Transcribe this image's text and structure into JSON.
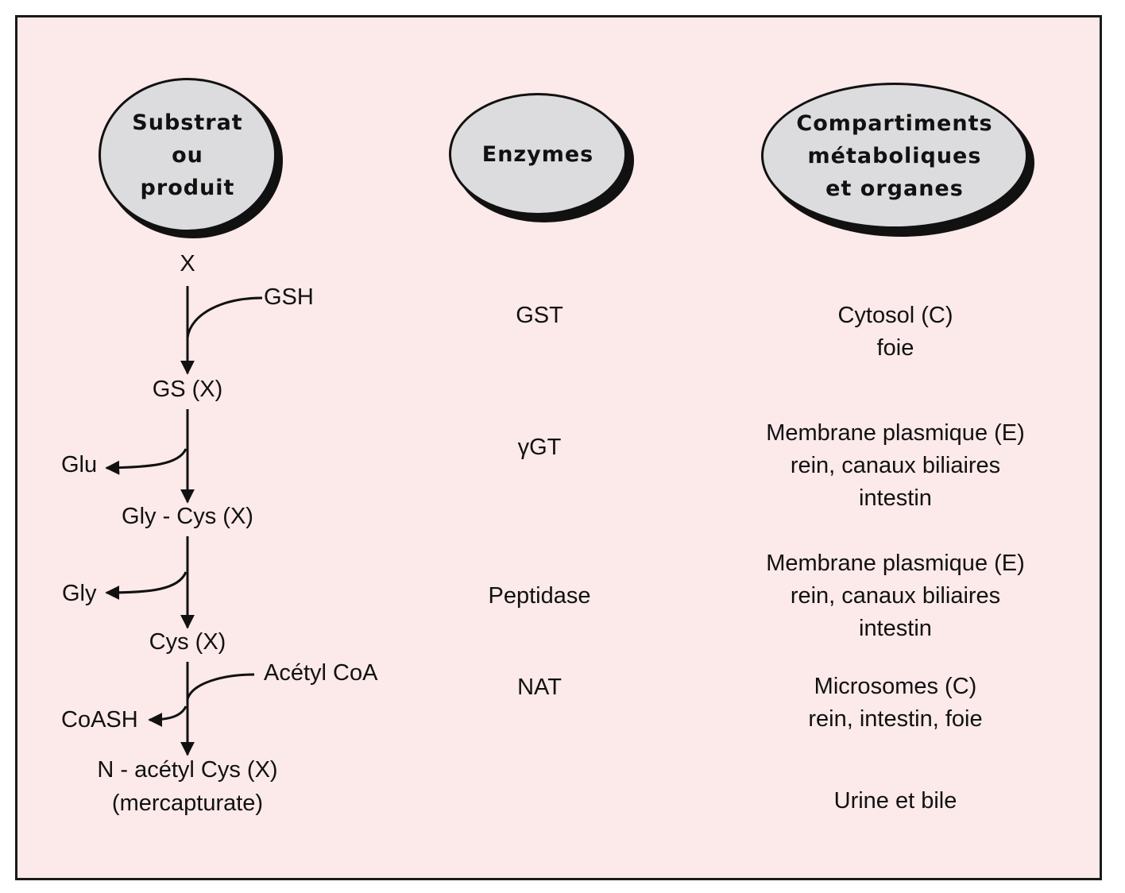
{
  "headers": {
    "substrate": [
      "Substrat",
      "ou",
      "produit"
    ],
    "enzymes": [
      "Enzymes"
    ],
    "compartments": [
      "Compartiments",
      "métaboliques",
      "et organes"
    ]
  },
  "pathway": {
    "main": [
      "X",
      "GS (X)",
      "Gly - Cys (X)",
      "Cys (X)",
      "N - acétyl Cys (X)",
      "(mercapturate)"
    ],
    "inputs": {
      "gsh": "GSH",
      "acetyl_coa": "Acétyl CoA"
    },
    "outputs": {
      "glu": "Glu",
      "gly": "Gly",
      "coash": "CoASH"
    }
  },
  "enzymes": [
    "GST",
    "γGT",
    "Peptidase",
    "NAT"
  ],
  "compartments": [
    [
      "Cytosol (C)",
      "foie"
    ],
    [
      "Membrane plasmique (E)",
      "rein, canaux biliaires",
      "intestin"
    ],
    [
      "Membrane plasmique (E)",
      "rein, canaux biliaires",
      "intestin"
    ],
    [
      "Microsomes (C)",
      "rein, intestin, foie"
    ],
    [
      "Urine et bile"
    ]
  ]
}
